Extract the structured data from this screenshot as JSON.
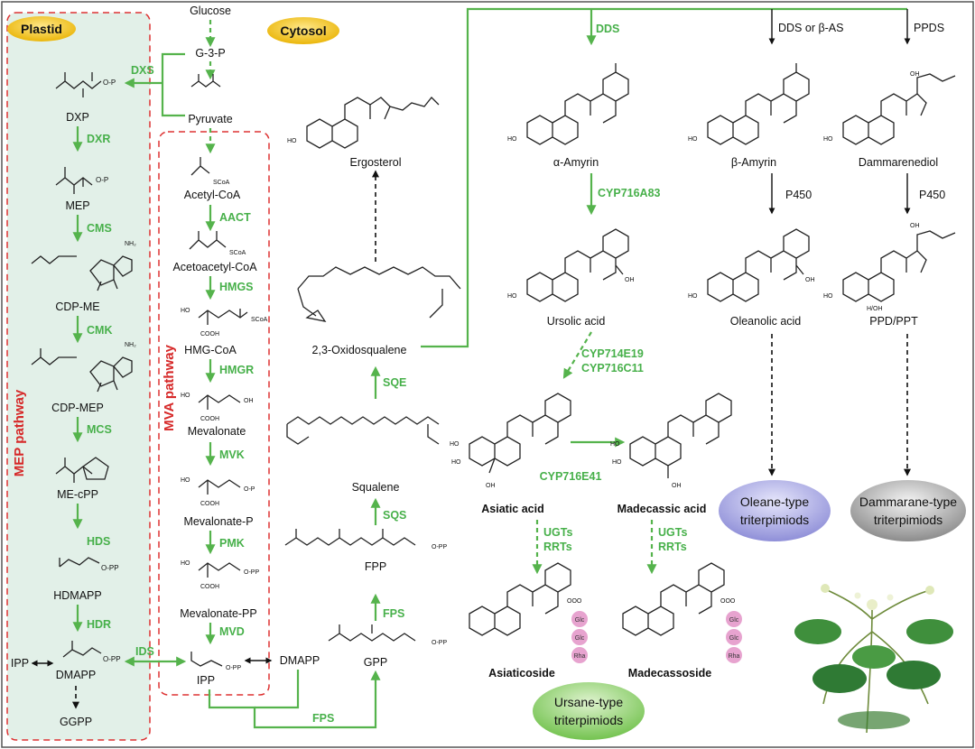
{
  "compartments": {
    "plastid": "Plastid",
    "cytosol": "Cytosol",
    "mep_pathway": "MEP pathway",
    "mva_pathway": "MVA pathway"
  },
  "metabolites": {
    "glucose": "Glucose",
    "g3p": "G-3-P",
    "pyruvate": "Pyruvate",
    "dxp": "DXP",
    "mep": "MEP",
    "cdp_me": "CDP-ME",
    "cdp_mep": "CDP-MEP",
    "me_cpp": "ME-cPP",
    "hdmapp": "HDMAPP",
    "ipp_left": "IPP",
    "dmapp_left": "DMAPP",
    "ggpp": "GGPP",
    "acetyl_coa": "Acetyl-CoA",
    "acetoacetyl_coa": "Acetoacetyl-CoA",
    "hmg_coa": "HMG-CoA",
    "mevalonate": "Mevalonate",
    "mevalonate_p": "Mevalonate-P",
    "mevalonate_pp": "Mevalonate-PP",
    "ipp_center": "IPP",
    "dmapp_center": "DMAPP",
    "gpp": "GPP",
    "fpp": "FPP",
    "squalene": "Squalene",
    "oxidosqualene": "2,3-Oxidosqualene",
    "ergosterol": "Ergosterol",
    "alpha_amyrin": "α-Amyrin",
    "beta_amyrin": "β-Amyrin",
    "dammarenediol": "Dammarenediol",
    "ursolic_acid": "Ursolic acid",
    "oleanolic_acid": "Oleanolic acid",
    "ppd_ppt": "PPD/PPT",
    "asiatic_acid": "Asiatic acid",
    "madecassic_acid": "Madecassic acid",
    "asiaticoside": "Asiaticoside",
    "madecassoside": "Madecassoside"
  },
  "enzymes": {
    "dxs": "DXS",
    "dxr": "DXR",
    "cms": "CMS",
    "cmk": "CMK",
    "mcs": "MCS",
    "hds": "HDS",
    "hdr": "HDR",
    "ids": "IDS",
    "aact": "AACT",
    "hmgs": "HMGS",
    "hmgr": "HMGR",
    "mvk": "MVK",
    "pmk": "PMK",
    "mvd": "MVD",
    "fps_gpp": "FPS",
    "fps_bottom": "FPS",
    "sqs": "SQS",
    "sqe": "SQE",
    "dds": "DDS",
    "dds_bas": "DDS or β-AS",
    "ppds": "PPDS",
    "cyp716a83": "CYP716A83",
    "p450_oleanolic": "P450",
    "p450_ppd": "P450",
    "cyp714e19": "CYP714E19",
    "cyp716c11": "CYP716C11",
    "cyp716e41": "CYP716E41",
    "ugts_left": "UGTs",
    "rrts_left": "RRTs",
    "ugts_right": "UGTs",
    "rrts_right": "RRTs"
  },
  "sugars": {
    "asiaticoside": [
      "Glc",
      "Glc",
      "Rha"
    ],
    "madecassoside": [
      "Glc",
      "Glc",
      "Rha"
    ]
  },
  "groups": {
    "oleane_line1": "Oleane-type",
    "oleane_line2": "triterpimiods",
    "dammarane_line1": "Dammarane-type",
    "dammarane_line2": "triterpimiods",
    "ursane_line1": "Ursane-type",
    "ursane_line2": "triterpimiods"
  },
  "atoms": {
    "ho": "HO",
    "oh": "OH",
    "o_p": "O-P",
    "o_pp": "O-PP",
    "scoa": "SCoA",
    "cooh": "COOH",
    "h_oh": "H/OH",
    "nh2": "NH₂",
    "ooo": "OOO"
  },
  "colors": {
    "enzyme_green": "#47b04a",
    "plastid_fill": "#e2f0e8",
    "frame_red": "#dd3333",
    "label_red": "#d62828",
    "badge_gold": "#f5c21a",
    "sugar_pink": "#e7a3cf",
    "oleane_blue": "#8f8fd8",
    "dammarane_grey": "#8c8c8c",
    "ursane_green": "#74c350"
  }
}
